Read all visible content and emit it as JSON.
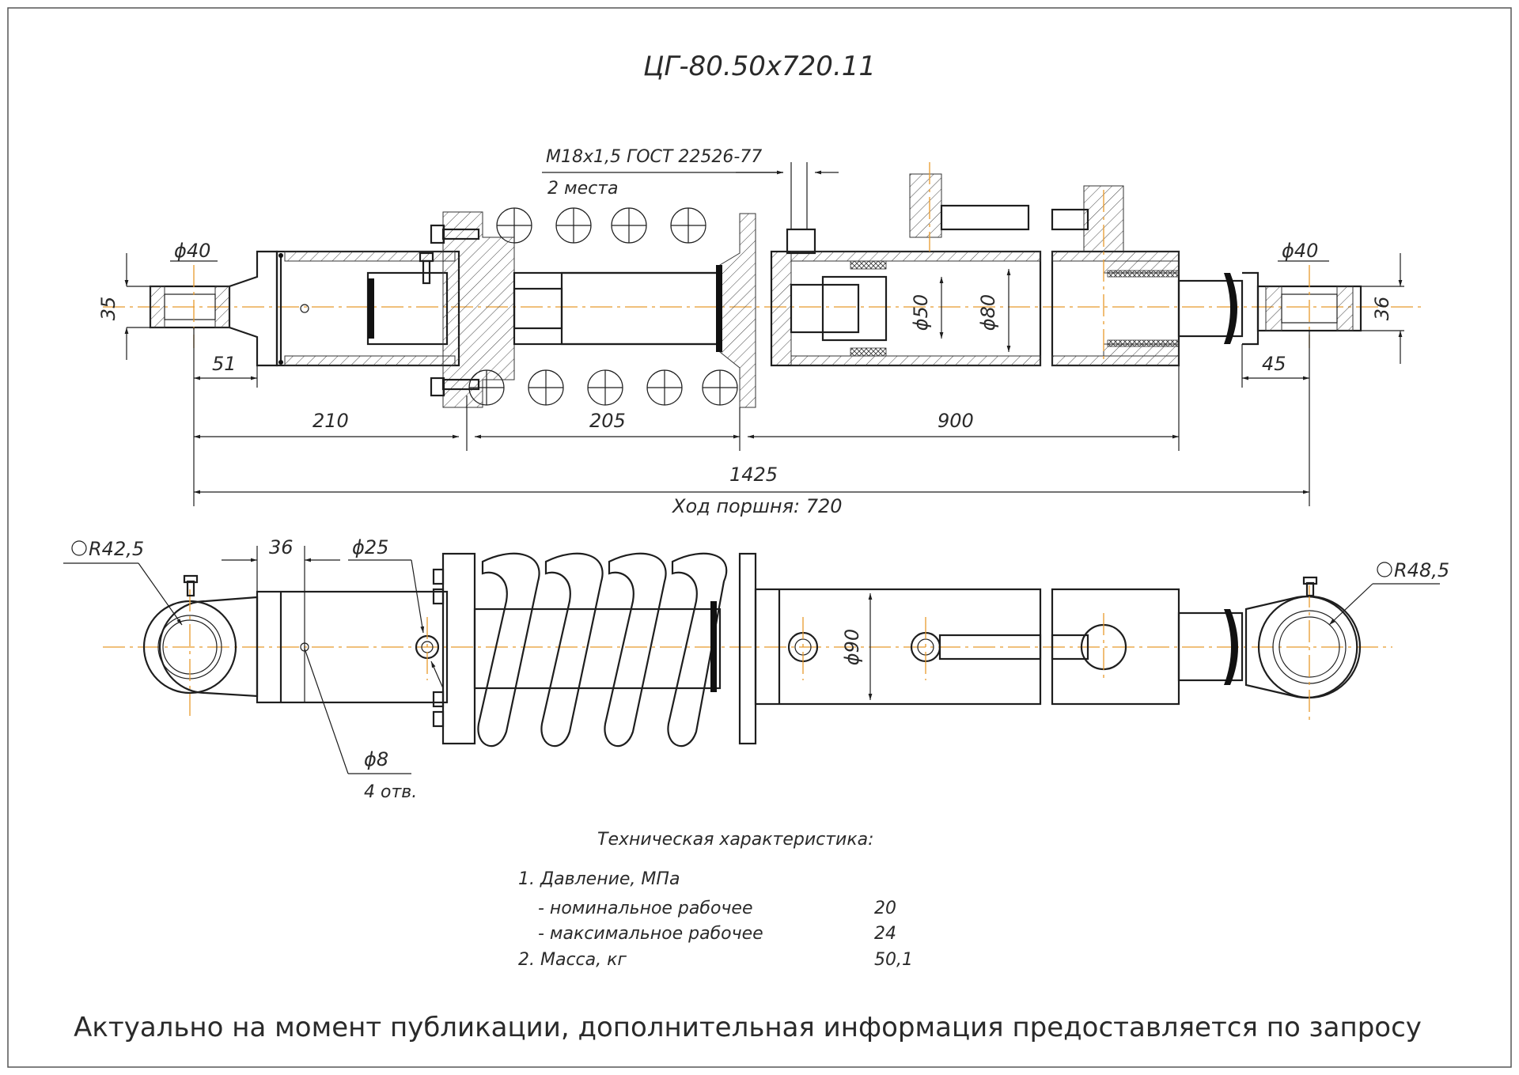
{
  "drawing": {
    "title": "ЦГ-80.50х720.11",
    "thread_note": "М18х1,5 ГОСТ 22526-77",
    "thread_places": "2 места",
    "stroke_note": "Ход поршня: 720",
    "footer": "Актуально на момент публикации, дополнительная информация предоставляется по запросу"
  },
  "dimensions": {
    "bore_left": "ϕ40",
    "bore_right": "ϕ40",
    "width_left": "35",
    "width_right": "36",
    "eye_left": "51",
    "eye_right": "45",
    "seg_left": "210",
    "seg_mid": "205",
    "seg_right": "900",
    "overall": "1425",
    "rod_dia": "ϕ50",
    "bore_dia": "ϕ80",
    "body_dia": "ϕ90",
    "radius_left": "R42,5",
    "radius_right": "R48,5",
    "flange_width": "36",
    "hole_dia": "ϕ25",
    "bolt_hole": "ϕ8",
    "bolt_count": "4 отв."
  },
  "specs": {
    "heading": "Техническая характеристика:",
    "items": [
      {
        "label": "1. Давление, МПа",
        "value": ""
      },
      {
        "label": "- номинальное рабочее",
        "value": "20"
      },
      {
        "label": "- максимальное рабочее",
        "value": "24"
      },
      {
        "label": "2. Масса, кг",
        "value": "50,1"
      }
    ]
  }
}
